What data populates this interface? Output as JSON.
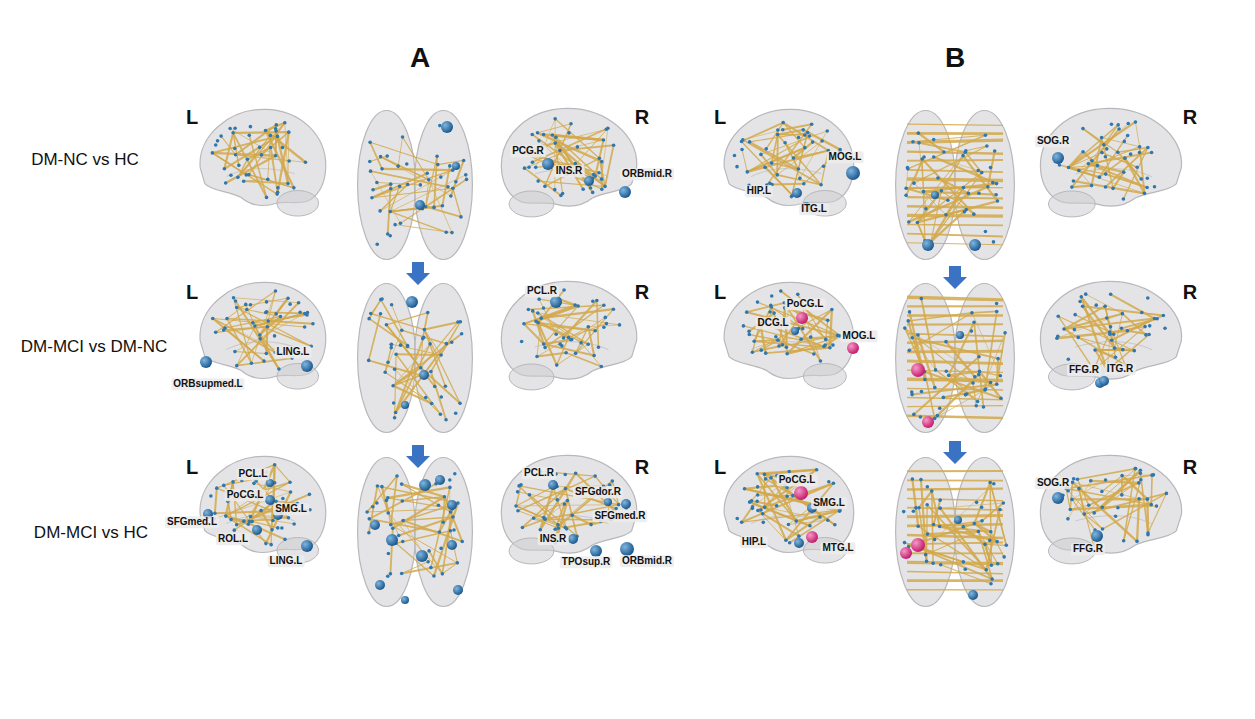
{
  "diagram": {
    "labels": [
      "A",
      "B",
      "DM-NC vs HC",
      "DM-MCI vs DM-NC",
      "DM-MCI vs HC",
      "L",
      "R",
      "PCG.R",
      "INS.R",
      "ORBmid.R",
      "L",
      "R",
      "ORBsupmed.L",
      "LING.L",
      "PCL.R",
      "L",
      "R",
      "PCL.L",
      "PoCG.L",
      "SMG.L",
      "SFGmed.L",
      "ROL.L",
      "LING.L",
      "PCL.R",
      "SFGdor.R",
      "SFGmed.R",
      "INS.R",
      "TPOsup.R",
      "ORBmid.R",
      "L",
      "R",
      "MOG.L",
      "HIP.L",
      "ITG.L",
      "SOG.R",
      "L",
      "R",
      "PoCG.L",
      "DCG.L",
      "MOG.L",
      "FFG.R",
      "ITG.R",
      "L",
      "R",
      "PoCG.L",
      "SMG.L",
      "HIP.L",
      "MTG.L",
      "SOG.R",
      "FFG.R"
    ]
  }
}
